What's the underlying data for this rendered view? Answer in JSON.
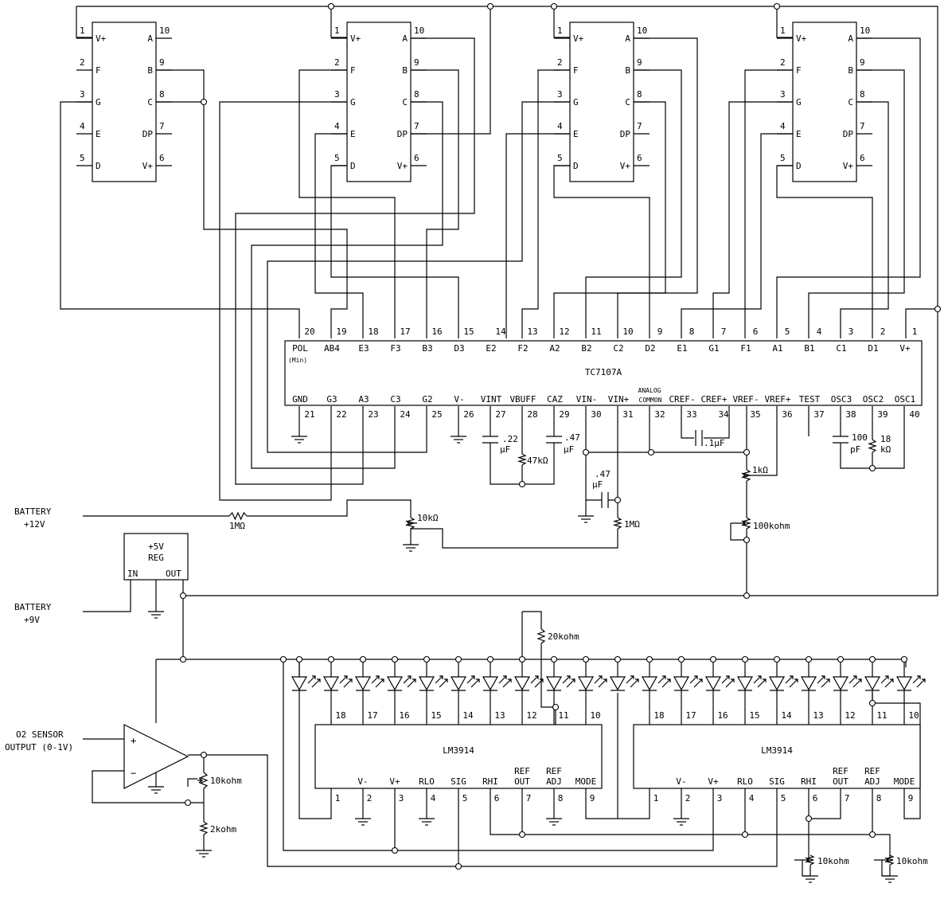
{
  "inputs": {
    "battery12_label": "BATTERY",
    "battery12_value": "+12V",
    "battery9_label": "BATTERY",
    "battery9_value": "+9V",
    "sensor_label": "O2 SENSOR",
    "sensor_value": "OUTPUT (0-1V)"
  },
  "regulator": {
    "title": "+5V",
    "subtitle": "REG",
    "in": "IN",
    "out": "OUT"
  },
  "displays": {
    "left_pins": [
      "1",
      "2",
      "3",
      "4",
      "5"
    ],
    "left_names": [
      "V+",
      "F",
      "G",
      "E",
      "D"
    ],
    "right_pins": [
      "10",
      "9",
      "8",
      "7",
      "6"
    ],
    "right_names": [
      "A",
      "B",
      "C",
      "DP",
      "V+"
    ]
  },
  "tc7107": {
    "name": "TC7107A",
    "min_note": "(Min)",
    "top_pins": [
      "20",
      "19",
      "18",
      "17",
      "16",
      "15",
      "14",
      "13",
      "12",
      "11",
      "10",
      "9",
      "8",
      "7",
      "6",
      "5",
      "4",
      "3",
      "2",
      "1"
    ],
    "top_labels": [
      "POL",
      "AB4",
      "E3",
      "F3",
      "B3",
      "D3",
      "E2",
      "F2",
      "A2",
      "B2",
      "C2",
      "D2",
      "E1",
      "G1",
      "F1",
      "A1",
      "B1",
      "C1",
      "D1",
      "V+"
    ],
    "bottom_pins": [
      "21",
      "22",
      "23",
      "24",
      "25",
      "26",
      "27",
      "28",
      "29",
      "30",
      "31",
      "32",
      "33",
      "34",
      "35",
      "36",
      "37",
      "38",
      "39",
      "40"
    ],
    "bottom_labels": [
      "GND",
      "G3",
      "A3",
      "C3",
      "G2",
      "V-",
      "VINT",
      "VBUFF",
      "CAZ",
      "VIN-",
      "VIN+",
      "COMMON",
      "CREF-",
      "CREF+",
      "VREF-",
      "VREF+",
      "TEST",
      "OSC3",
      "OSC2",
      "OSC1"
    ],
    "analog_label": "ANALOG"
  },
  "components": {
    "c_int": ".22",
    "c_az": ".47",
    "uf": "µF",
    "r_buff": "47kΩ",
    "c_ref": ".1µF",
    "r_ref": "1kΩ",
    "pot_100k": "100kohm",
    "c_osc": "100",
    "c_osc_unit": "pF",
    "r_osc": "18",
    "r_osc_unit": "kΩ",
    "c_in": ".47",
    "c_in_unit": "µF",
    "r_in": "1MΩ",
    "r_batt": "1MΩ",
    "pot_batt": "10kΩ",
    "r_led": "20kohm",
    "pot_gain": "10kohm",
    "r_gain": "2kohm",
    "pot_ref1": "10kohm",
    "pot_ref2": "10kohm"
  },
  "lm3914": {
    "name": "LM3914",
    "top_pins": [
      "18",
      "17",
      "16",
      "15",
      "14",
      "13",
      "12",
      "11",
      "10"
    ],
    "bottom_pins": [
      "1",
      "2",
      "3",
      "4",
      "5",
      "6",
      "7",
      "8",
      "9"
    ],
    "bottom_labels": [
      "V-",
      "V+",
      "RLO",
      "SIG",
      "RHI",
      "REF OUT",
      "REF ADJ",
      "MODE"
    ]
  },
  "opamp": {
    "plus": "+",
    "minus": "−"
  }
}
